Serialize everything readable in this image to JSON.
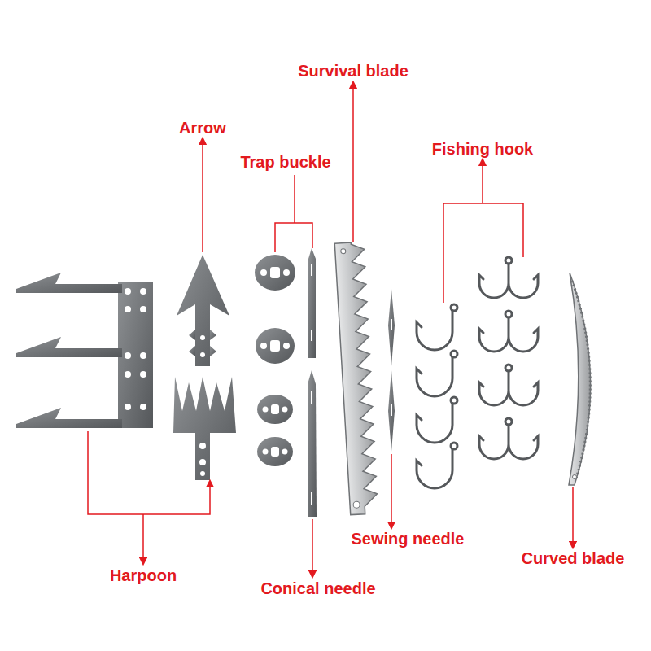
{
  "diagram": {
    "labels": [
      "Survival blade",
      "Arrow",
      "Trap buckle",
      "Fishing hook",
      "Harpoon",
      "Sewing needle",
      "Conical needle",
      "Curved blade"
    ]
  }
}
